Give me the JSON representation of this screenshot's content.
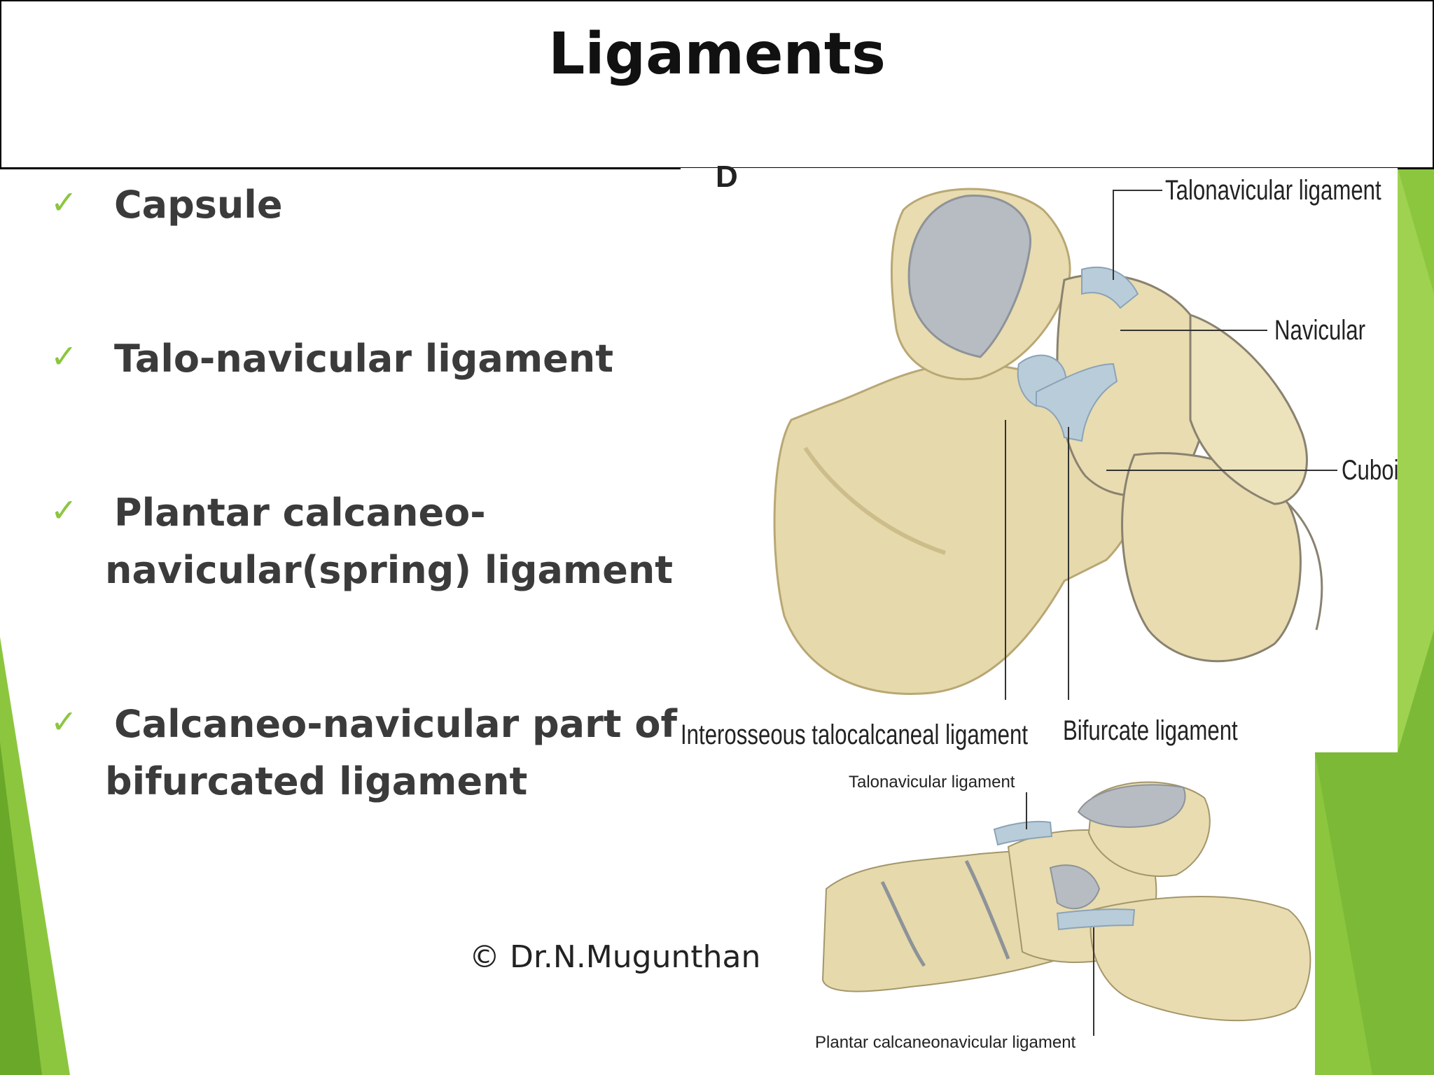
{
  "slide": {
    "title": "Ligaments",
    "bullets": [
      {
        "lines": [
          "Capsule"
        ]
      },
      {
        "lines": [
          "Talo-navicular ligament"
        ]
      },
      {
        "lines": [
          "Plantar calcaneo-",
          "navicular(spring) ligament"
        ]
      },
      {
        "lines": [
          "Calcaneo-navicular part of",
          "bifurcated ligament"
        ]
      }
    ],
    "bullet_icon": "checkmark-icon",
    "copyright": "© Dr.N.Mugunthan"
  },
  "figure_top": {
    "letter": "D",
    "labels": {
      "talonavicular": "Talonavicular ligament",
      "navicular": "Navicular",
      "cuboid": "Cuboi",
      "interosseous": "Interosseous talocalcaneal ligament",
      "bifurcate": "Bifurcate ligament"
    }
  },
  "figure_bottom": {
    "labels": {
      "talonavicular": "Talonavicular ligament",
      "plantar": "Plantar calcaneonavicular ligament"
    }
  },
  "colors": {
    "accent_green": "#8cc63f",
    "dark_green": "#6aa82a",
    "bone": "#e8dcb0",
    "bone_shadow": "#c9b77f",
    "ligament": "#b9ccd9",
    "cartilage": "#b7bcc2"
  }
}
